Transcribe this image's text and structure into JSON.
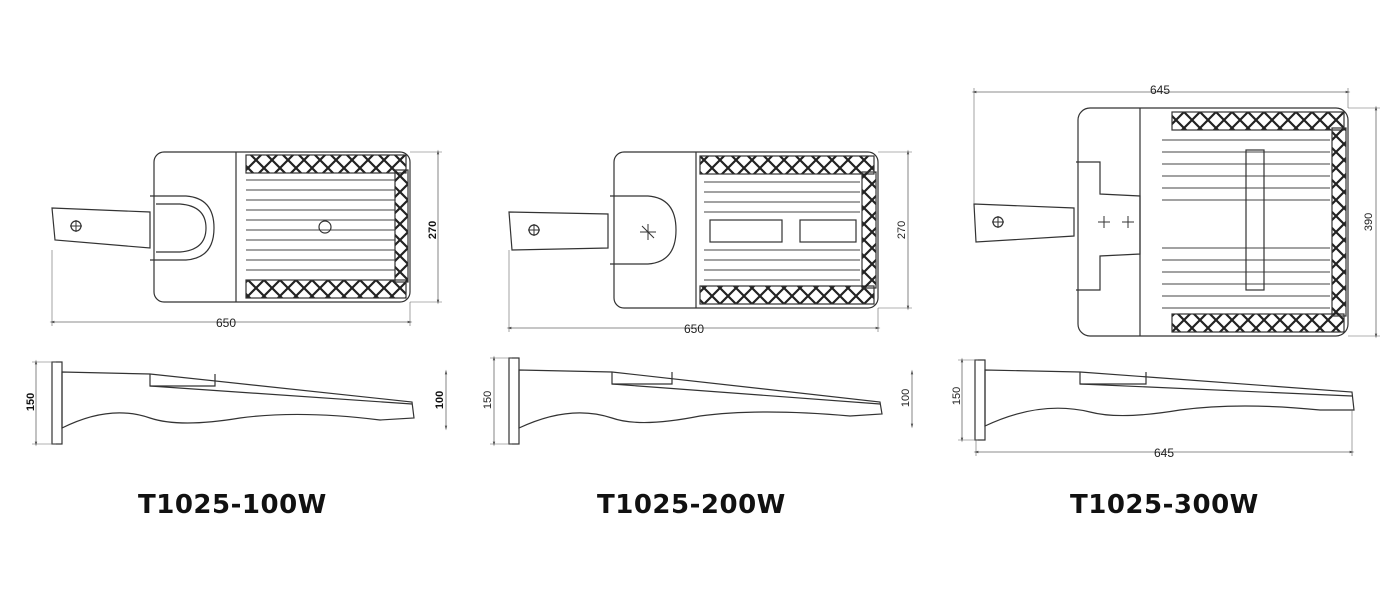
{
  "models": [
    {
      "name": "T1025-100W",
      "top_width": "650",
      "top_height": "270",
      "side_height_left": "150",
      "side_height_right": "100"
    },
    {
      "name": "T1025-200W",
      "top_width": "650",
      "top_height": "270",
      "side_height_left": "150",
      "side_height_right": "100"
    },
    {
      "name": "T1025-300W",
      "top_width": "645",
      "top_height": "390",
      "side_height_left": "150",
      "side_width": "645"
    }
  ]
}
